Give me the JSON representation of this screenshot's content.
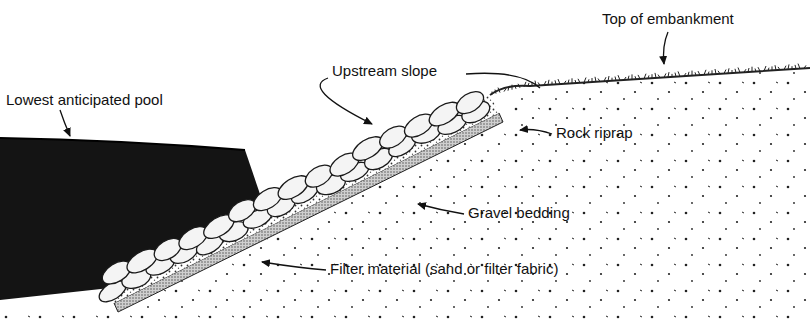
{
  "diagram": {
    "labels": [
      "Top of embankment",
      "Upstream slope",
      "Lowest anticipated pool",
      "Rock riprap",
      "Gravel bedding",
      "Filter material (sand or filter fabric)"
    ]
  }
}
